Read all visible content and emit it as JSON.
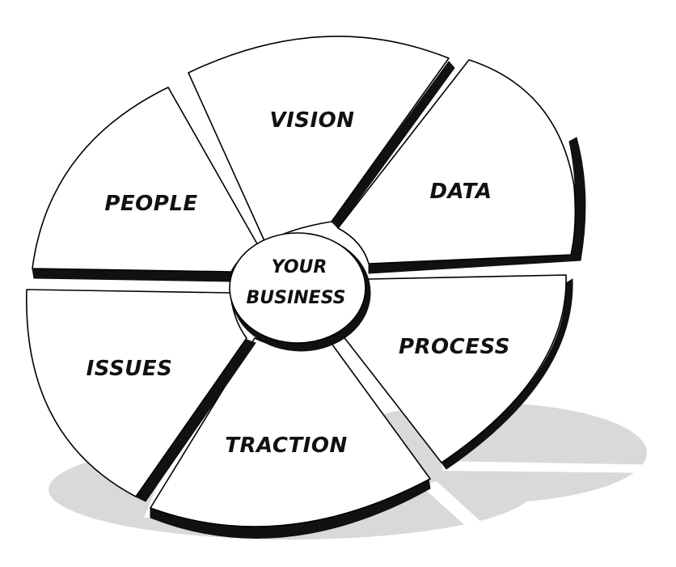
{
  "diagram": {
    "hub_lines": [
      "YOUR",
      "BUSINESS"
    ],
    "segments": [
      {
        "id": "vision",
        "label": "VISION"
      },
      {
        "id": "data",
        "label": "DATA"
      },
      {
        "id": "process",
        "label": "PROCESS"
      },
      {
        "id": "traction",
        "label": "TRACTION"
      },
      {
        "id": "issues",
        "label": "ISSUES"
      },
      {
        "id": "people",
        "label": "PEOPLE"
      }
    ],
    "colors": {
      "fill": "#ffffff",
      "outline": "#000000",
      "edge": "#111111",
      "shadow": "#d9d9d9"
    }
  }
}
